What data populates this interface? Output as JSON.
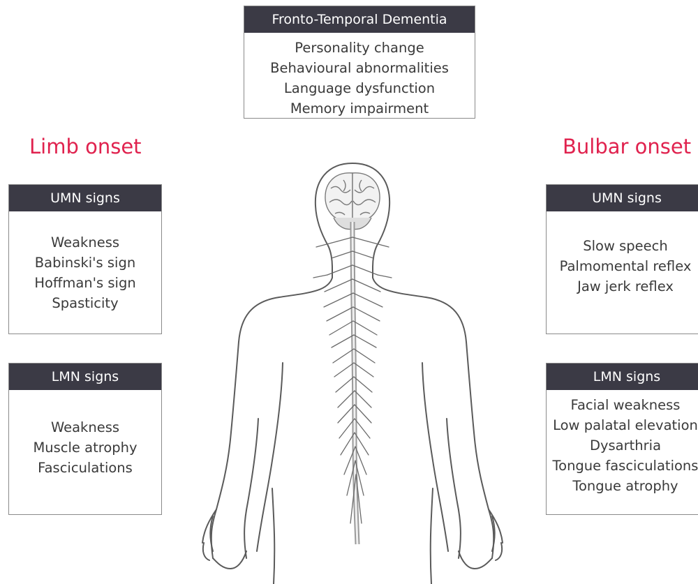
{
  "ftd": {
    "title": "Fronto-Temporal Dementia",
    "items": [
      "Personality change",
      "Behavioural abnormalities",
      "Language dysfunction",
      "Memory impairment"
    ]
  },
  "limb": {
    "heading": "Limb onset",
    "umn": {
      "title": "UMN signs",
      "items": [
        "Weakness",
        "Babinski's sign",
        "Hoffman's sign",
        "Spasticity"
      ]
    },
    "lmn": {
      "title": "LMN signs",
      "items": [
        "Weakness",
        "Muscle atrophy",
        "Fasciculations"
      ]
    }
  },
  "bulbar": {
    "heading": "Bulbar onset",
    "umn": {
      "title": "UMN signs",
      "items": [
        "Slow speech",
        "Palmomental reflex",
        "Jaw jerk reflex"
      ]
    },
    "lmn": {
      "title": "LMN signs",
      "items": [
        "Facial weakness",
        "Low palatal elevation",
        "Dysarthria",
        "Tongue fasciculations",
        "Tongue atrophy"
      ]
    }
  },
  "colors": {
    "accent": "#e0224e",
    "header_bg": "#3b3a45",
    "outline": "#555555"
  },
  "icons": {
    "figure": "human-body-nervous-system-icon"
  }
}
